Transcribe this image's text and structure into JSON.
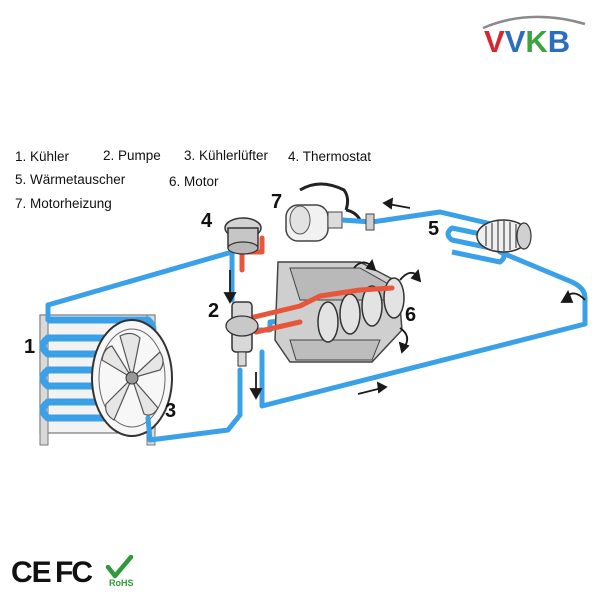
{
  "brand": {
    "letters": [
      "V",
      "V",
      "K",
      "B"
    ],
    "colors": [
      "#d8262e",
      "#2a6fbf",
      "#3aa540",
      "#2a6fbf"
    ],
    "swoosh_color": "#8a8a8a"
  },
  "legend": {
    "item1": "1. Kühler",
    "item2": "2. Pumpe",
    "item3": "3. Kühlerlüfter",
    "item4": "4. Thermostat",
    "item5": "5. Wärmetauscher",
    "item6": "6. Motor",
    "item7": "7. Motorheizung"
  },
  "callouts": {
    "n1": "1",
    "n2": "2",
    "n3": "3",
    "n4": "4",
    "n5": "5",
    "n6": "6",
    "n7": "7"
  },
  "certifications": {
    "ce": "CE",
    "fc": "FC",
    "rohs": "RoHS"
  },
  "colors": {
    "coolant_cold": "#3aa0e8",
    "coolant_hot": "#e8553a",
    "engine_gray": "#c9c9c9",
    "rohs_green": "#2f9a3a",
    "arrow": "#1a1a1a"
  }
}
